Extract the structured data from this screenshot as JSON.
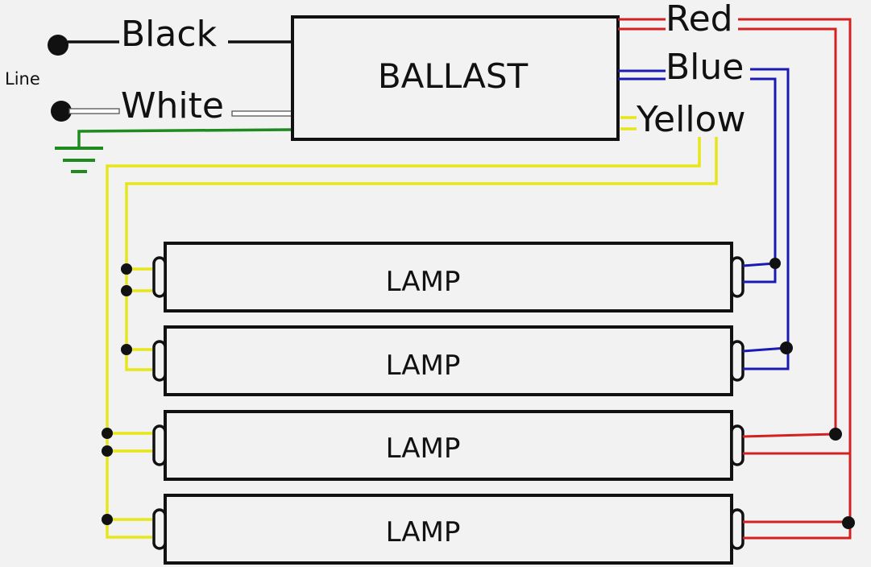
{
  "labels": {
    "line": "Line",
    "black": "Black",
    "white": "White",
    "red": "Red",
    "blue": "Blue",
    "yellow": "Yellow",
    "ballast": "BALLAST"
  },
  "lamps": [
    "LAMP",
    "LAMP",
    "LAMP",
    "LAMP"
  ],
  "colors": {
    "background": "#f2f2f2",
    "black_wire": "#111111",
    "yellow_wire": "#e6e619",
    "blue_wire": "#1a1ab4",
    "red_wire": "#d42020",
    "ground_wire": "#1f8a1f"
  }
}
